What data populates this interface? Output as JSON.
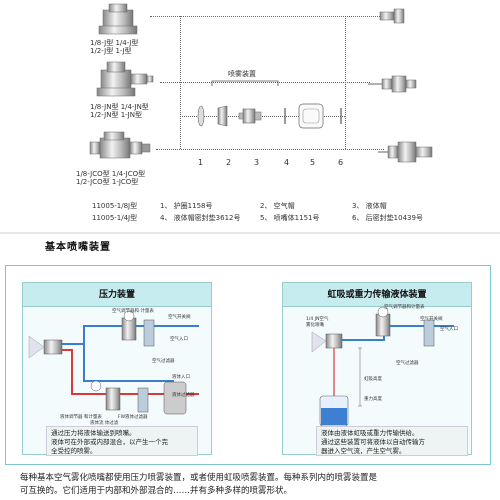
{
  "nozzles": [
    {
      "name_line1": "1/8-J型  1/4-J型",
      "name_line2": "1/2-J型  1-J型"
    },
    {
      "name_line1": "1/8-JN型  1/4-JN型",
      "name_line2": "1/2-JN型  1-JN型"
    },
    {
      "name_line1": "1/8-JCO型  1/4-JCO型",
      "name_line2": "1/2-JCO型  1-JCO型"
    }
  ],
  "assembly_label": "喷雾装置",
  "part_numbers": [
    "1",
    "2",
    "3",
    "4",
    "5",
    "6"
  ],
  "model_labels": [
    "11005-1/8J型",
    "11005-1/4J型"
  ],
  "parts_legend": [
    "1、 护圈1158号",
    "2、 空气帽",
    "3、 液体帽",
    "4、 液体帽密封垫3612号",
    "5、 喷嘴体1151号",
    "6、 后密封垫10439号"
  ],
  "section_title": "基本喷嘴装置",
  "panels": {
    "pressure": {
      "title": "压力装置",
      "labels": [
        "空气调节器和 计量表",
        "空气开关阀",
        "空气入口",
        "空气过滤器",
        "液体调节器 和计量表",
        "液体入口",
        "液体过滤器",
        "FW液体过滤器",
        "液体流 体过滤"
      ],
      "note": [
        "通过压力将液体输送到喷嘴。",
        "液体可在外部或内部混合，以产生一个完",
        "全受控的喷雾。"
      ]
    },
    "siphon": {
      "title": "虹吸或重力传输液体装置",
      "labels": [
        "1/4 JN空气",
        "雾化喷嘴",
        "空气调节器和计量表",
        "空气开关阀",
        "空气入口",
        "空气过滤器",
        "虹吸高度",
        "重力高度"
      ],
      "note": [
        "液体由液体虹吸或重力传输供给。",
        "通过这些装置可将液体以自动传输方",
        "器进入空气流，产生空气雾。"
      ]
    }
  },
  "bottom_text": [
    "每种基本空气雾化喷嘴都使用压力喷雾装置，或者使用虹吸喷雾装置。每种系列内的喷雾装置是",
    "可互换的。它们适用于内部和外部混合的……并有多种多样的喷雾形状。"
  ],
  "colors": {
    "air_line": "#3a7fc9",
    "liquid_line": "#d83a3a",
    "panel_head": "#c7ecef",
    "border": "#7fc6cf"
  }
}
